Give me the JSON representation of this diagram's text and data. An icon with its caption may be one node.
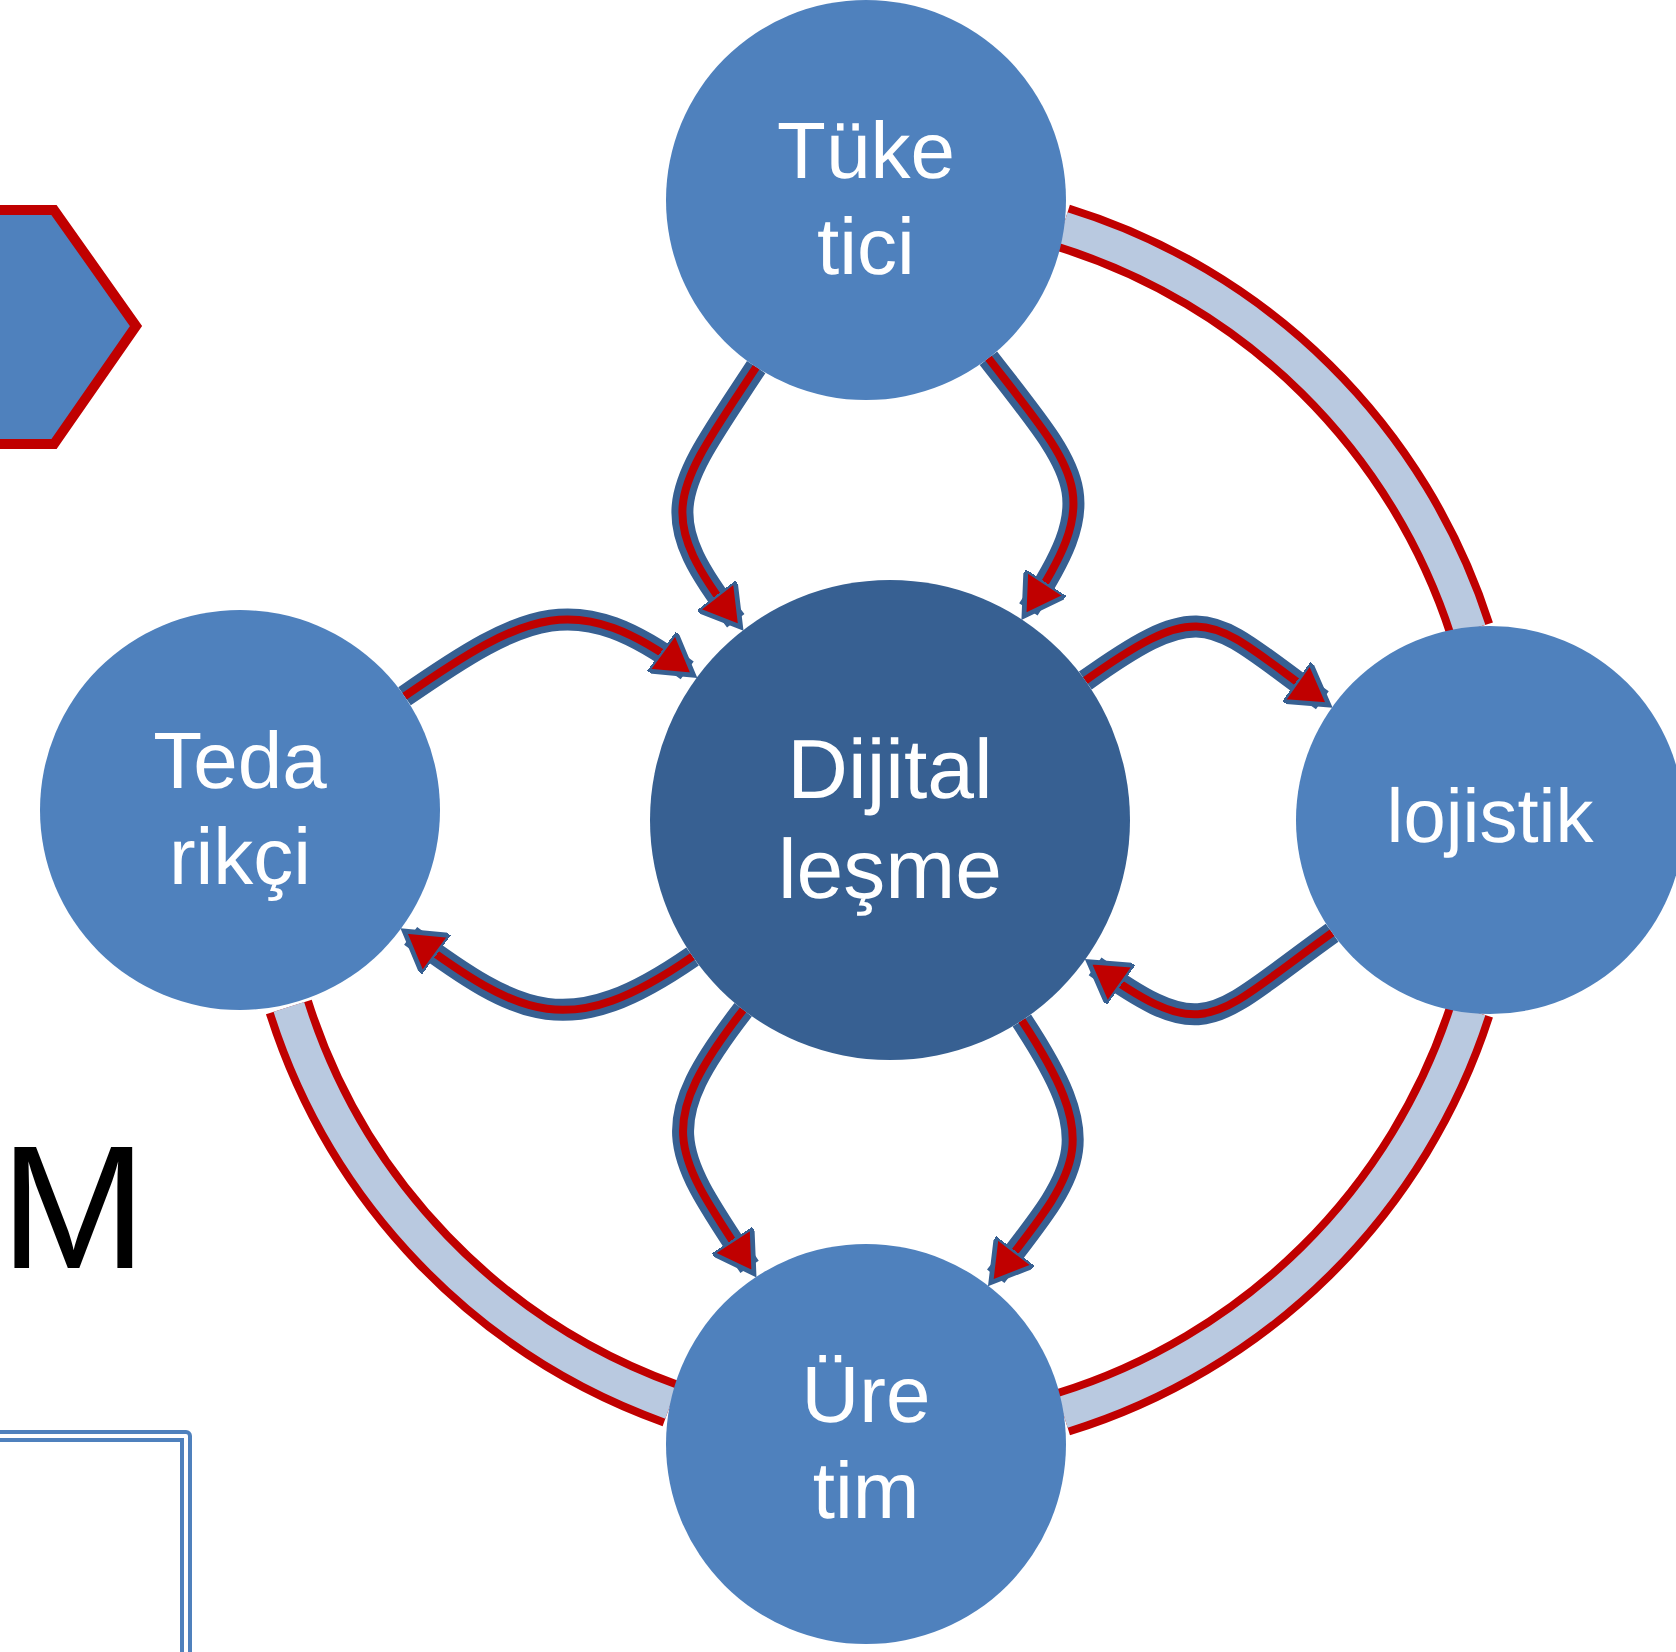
{
  "diagram": {
    "nodes": [
      {
        "text": [
          "Tüke tici"
        ]
      },
      {
        "text": [
          "Teda rikçi"
        ]
      },
      {
        "text": [
          "Dijital leşme"
        ]
      },
      {
        "text": [
          "lojistik"
        ]
      },
      {
        "text": [
          "Üre tim"
        ]
      }
    ],
    "edges": [
      {
        "from": 0,
        "to": 2,
        "arrow": "to"
      },
      {
        "from": 0,
        "to": 2,
        "arrow": "to"
      },
      {
        "from": 1,
        "to": 2,
        "arrow": "to"
      },
      {
        "from": 2,
        "to": 1,
        "arrow": "to"
      },
      {
        "from": 2,
        "to": 3,
        "arrow": "to"
      },
      {
        "from": 3,
        "to": 2,
        "arrow": "to"
      },
      {
        "from": 2,
        "to": 4,
        "arrow": "to"
      },
      {
        "from": 2,
        "to": 4,
        "arrow": "to"
      },
      {
        "from": 0,
        "to": 3,
        "arrow": "none",
        "style": "thick",
        "color": "#c00000"
      },
      {
        "from": 3,
        "to": 4,
        "arrow": "none",
        "style": "thick",
        "color": "#c00000"
      },
      {
        "from": 4,
        "to": 1,
        "arrow": "none",
        "style": "thick",
        "color": "#c00000"
      }
    ],
    "labels": [
      "M"
    ]
  }
}
